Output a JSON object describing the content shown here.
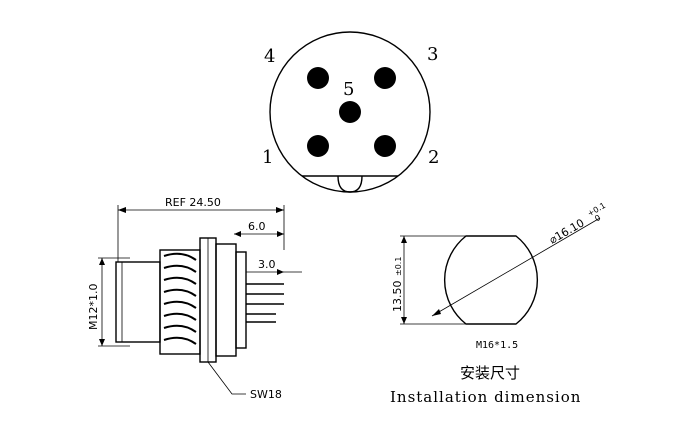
{
  "pins": [
    {
      "label": "4"
    },
    {
      "label": "3"
    },
    {
      "label": "5"
    },
    {
      "label": "1"
    },
    {
      "label": "2"
    }
  ],
  "side_view": {
    "ref_length": "REF 24.50",
    "dim_6": "6.0",
    "dim_3": "3.0",
    "thread_size": "M12*1.0",
    "wrench": "SW18"
  },
  "install": {
    "diameter_main": "⌀16.10",
    "diameter_tol_top": "+0.1",
    "diameter_tol_bottom": "0",
    "height_main": "13.50",
    "height_tol": "±0.1",
    "thread": "M16*1.5",
    "caption_cn": "安装尺寸",
    "caption_en": "Installation dimension"
  }
}
